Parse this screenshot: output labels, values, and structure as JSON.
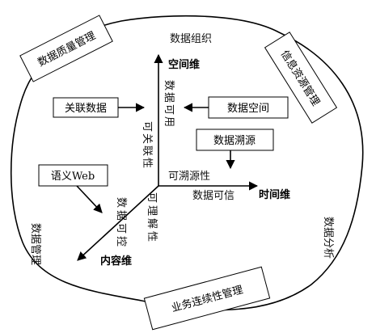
{
  "ring_labels": {
    "top": "数据组织",
    "left_vertical": "数据管理",
    "right_vertical": "数据分析"
  },
  "rotated_boxes": {
    "top_left": "数据质量管理",
    "top_right": "信息资源管理",
    "bottom": "业务连续性管理"
  },
  "boxes": {
    "linked_data": "关联数据",
    "data_space": "数据空间",
    "data_provenance": "数据溯源",
    "semantic_web": "语义Web"
  },
  "axes": {
    "space": "空间维",
    "time": "时间维",
    "content": "内容维"
  },
  "axis_labels": {
    "available": "数据可用",
    "linkable": "可关联性",
    "traceable": "可溯源性",
    "trusted": "数据可信",
    "controllable": "数据可控",
    "understandable": "可理解性"
  }
}
